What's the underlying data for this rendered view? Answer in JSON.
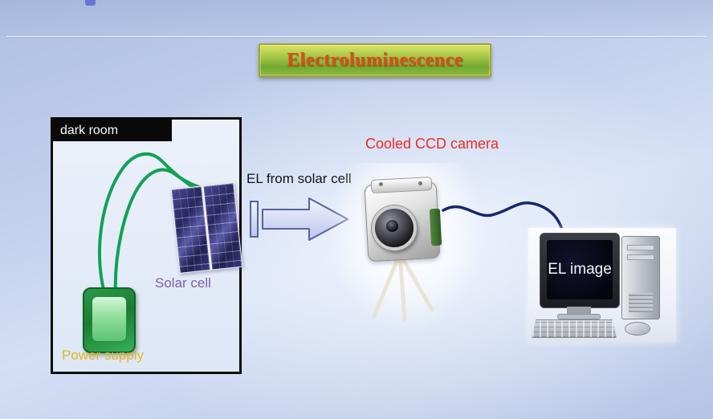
{
  "slide": {
    "title": "Electroluminescence"
  },
  "labels": {
    "dark_room": "dark room",
    "solar_cell": "Solar cell",
    "power_supply": "Power supply",
    "el_from_solar_cell": "EL from solar cell",
    "cooled_ccd_camera": "Cooled CCD camera",
    "el_image": "EL image"
  },
  "icons": {
    "flow_arrow": "right-arrow-icon",
    "camera": "ccd-camera-image",
    "computer": "desktop-computer-image",
    "solar_panel": "solar-cell-image",
    "power_supply": "power-supply-image"
  },
  "colors": {
    "title_text": "#e2491c",
    "title_gradient_top": "#d9e468",
    "title_gradient_bottom": "#74a832",
    "camera_label": "#ee2a22",
    "solar_cell_label": "#7b5ea8",
    "power_supply_label": "#e7b520",
    "wire_green": "#12a156",
    "cable_navy": "#17266c",
    "arrow_fill": "#dfe3f6",
    "arrow_border": "#5663a5",
    "background_blue": "#c2d0ec"
  }
}
